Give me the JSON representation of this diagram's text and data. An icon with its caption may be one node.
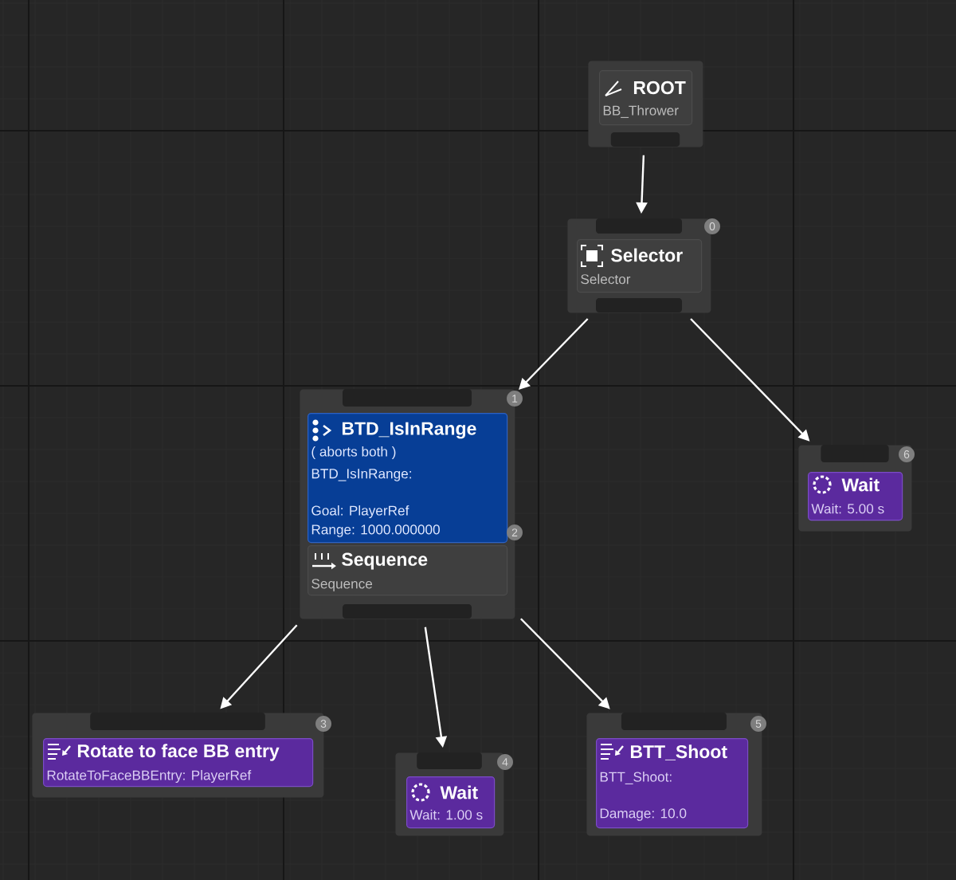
{
  "diagram": {
    "nodes": [
      {
        "text": [
          "ROOT",
          "BB_Thrower"
        ]
      },
      {
        "text": [
          "Selector",
          "Selector",
          "0"
        ]
      },
      {
        "text": [
          "Sequence",
          "Sequence",
          "1"
        ]
      },
      {
        "text": [
          "BTD_IsInRange",
          "( aborts both )",
          "BTD_IsInRange:",
          "Goal: PlayerRef",
          "Range: 1000.000000",
          "2"
        ],
        "in": 2
      },
      {
        "text": [
          "Wait",
          "Wait: 5.00 s",
          "6"
        ]
      },
      {
        "text": [
          "Rotate to face BB entry",
          "RotateToFaceBBEntry: PlayerRef",
          "3"
        ]
      },
      {
        "text": [
          "Wait",
          "Wait: 1.00 s",
          "4"
        ]
      },
      {
        "text": [
          "BTT_Shoot",
          "BTT_Shoot:",
          "Damage: 10.0",
          "5"
        ]
      }
    ],
    "edges": [
      {
        "from": 0,
        "to": 1,
        "arrow": "to"
      },
      {
        "from": 1,
        "to": 2,
        "arrow": "to"
      },
      {
        "from": 1,
        "to": 4,
        "arrow": "to"
      },
      {
        "from": 2,
        "to": 5,
        "arrow": "to"
      },
      {
        "from": 2,
        "to": 6,
        "arrow": "to"
      },
      {
        "from": 2,
        "to": 7,
        "arrow": "to"
      }
    ]
  }
}
